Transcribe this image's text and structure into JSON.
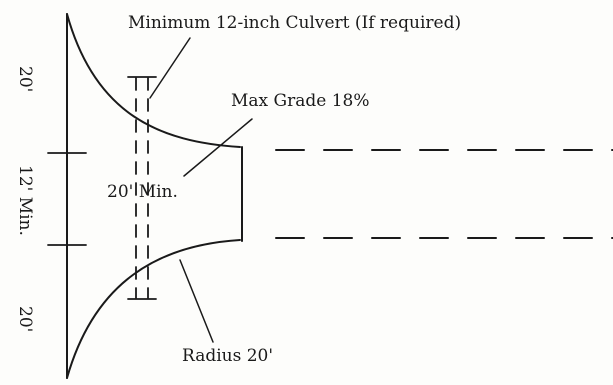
{
  "labels": {
    "culvert": "Minimum 12-inch Culvert (If required)",
    "grade": "Max Grade 18%",
    "min_length": "20' Min.",
    "radius": "Radius 20'",
    "top_dim": "20'",
    "mid_dim": "12' Min.",
    "bottom_dim": "20'"
  },
  "colors": {
    "ink": "#1a1a1a",
    "paper": "#fdfdfb"
  }
}
